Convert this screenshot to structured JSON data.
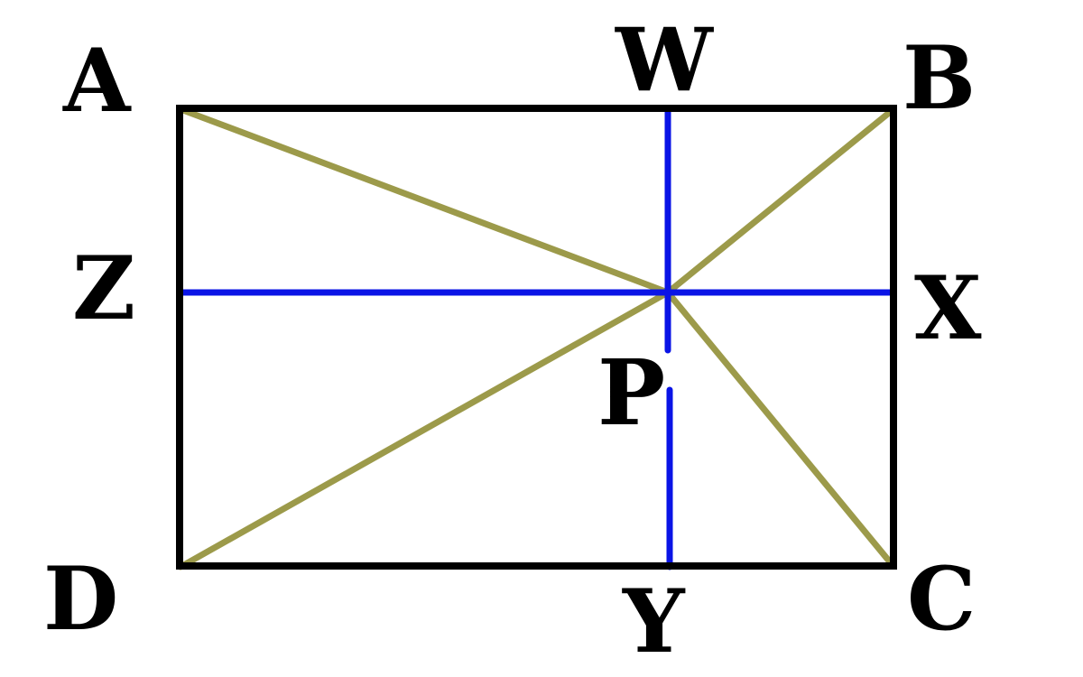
{
  "diagram": {
    "colors": {
      "rectangle": "#000000",
      "diagonals": "#9c9a4a",
      "perpendiculars": "#0a14e6",
      "background": "#ffffff"
    },
    "labels": {
      "A": "A",
      "B": "B",
      "C": "C",
      "D": "D",
      "W": "W",
      "X": "X",
      "Y": "Y",
      "Z": "Z",
      "P": "P"
    }
  }
}
